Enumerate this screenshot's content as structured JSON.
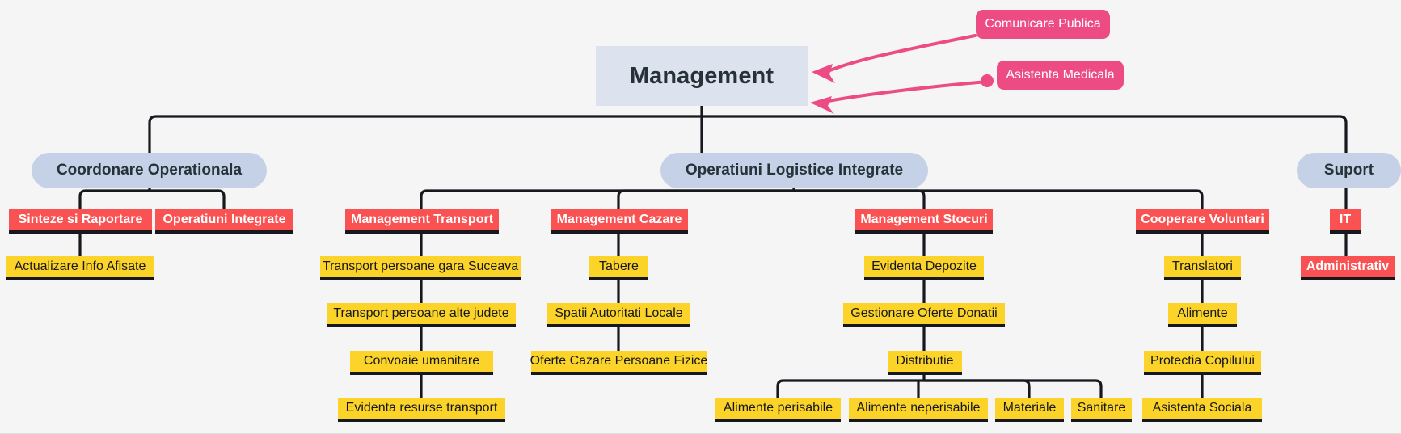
{
  "diagram": {
    "title": "Management",
    "background_color": "#f5f5f5",
    "colors": {
      "root_fill": "#dde3ee",
      "branch_fill": "#c5d1e6",
      "category_fill": "#fa5252",
      "leaf_fill": "#fcd429",
      "note_fill": "#ec4b84",
      "edge_stroke": "#16181d",
      "note_stroke": "#ec4b84",
      "root_text": "#263238",
      "leaf_text": "#16181d",
      "category_text": "#ffffff"
    },
    "root": {
      "label": "Management"
    },
    "branches": [
      {
        "label": "Coordonare Operationala"
      },
      {
        "label": "Operatiuni Logistice Integrate"
      },
      {
        "label": "Suport"
      }
    ],
    "categories": [
      {
        "label": "Sinteze si Raportare"
      },
      {
        "label": "Operatiuni Integrate"
      },
      {
        "label": "Management Transport"
      },
      {
        "label": "Management Cazare"
      },
      {
        "label": "Management Stocuri"
      },
      {
        "label": "Cooperare Voluntari"
      },
      {
        "label": "IT"
      }
    ],
    "leaves": [
      {
        "label": "Actualizare Info Afisate"
      },
      {
        "label": "Transport persoane gara Suceava"
      },
      {
        "label": "Transport persoane alte judete"
      },
      {
        "label": "Convoaie umanitare"
      },
      {
        "label": "Evidenta resurse transport"
      },
      {
        "label": "Tabere"
      },
      {
        "label": "Spatii Autoritati Locale"
      },
      {
        "label": "Oferte Cazare Persoane Fizice"
      },
      {
        "label": "Evidenta Depozite"
      },
      {
        "label": "Gestionare Oferte Donatii"
      },
      {
        "label": "Distributie"
      },
      {
        "label": "Alimente perisabile"
      },
      {
        "label": "Alimente neperisabile"
      },
      {
        "label": "Materiale"
      },
      {
        "label": "Sanitare"
      },
      {
        "label": "Translatori"
      },
      {
        "label": "Alimente"
      },
      {
        "label": "Protectia Copilului"
      },
      {
        "label": "Asistenta Sociala"
      },
      {
        "label": "Administrativ"
      }
    ],
    "notes": [
      {
        "label": "Comunicare Publica"
      },
      {
        "label": "Asistenta Medicala"
      }
    ]
  }
}
